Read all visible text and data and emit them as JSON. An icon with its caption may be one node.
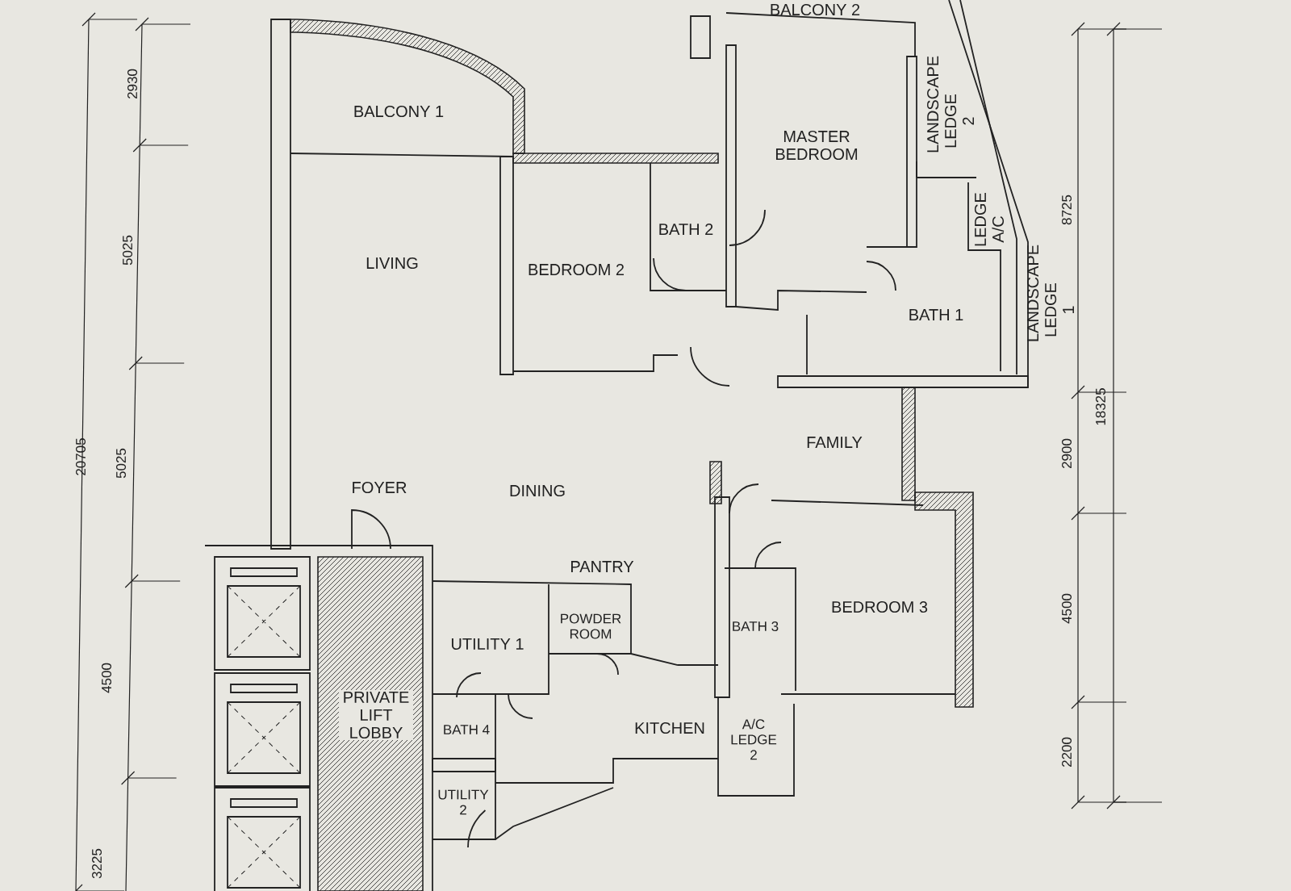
{
  "diagram": {
    "labels": [
      "BALCONY 2",
      "BALCONY 1",
      "MASTER BEDROOM",
      "LANDSCAPE LEDGE 2",
      "BATH 2",
      "LIVING",
      "BEDROOM 2",
      "LEDGE A/C",
      "LANDSCAPE LEDGE 1",
      "BATH 1",
      "FAMILY",
      "FOYER",
      "DINING",
      "PANTRY",
      "POWDER ROOM",
      "UTILITY 1",
      "BEDROOM 3",
      "BATH 3",
      "PRIVATE LIFT LOBBY",
      "BATH 4",
      "KITCHEN",
      "A/C LEDGE 2",
      "UTILITY 2",
      "2930",
      "5025",
      "20705",
      "5025",
      "4500",
      "3225",
      "8725",
      "18325",
      "2900",
      "4500",
      "2200"
    ]
  }
}
